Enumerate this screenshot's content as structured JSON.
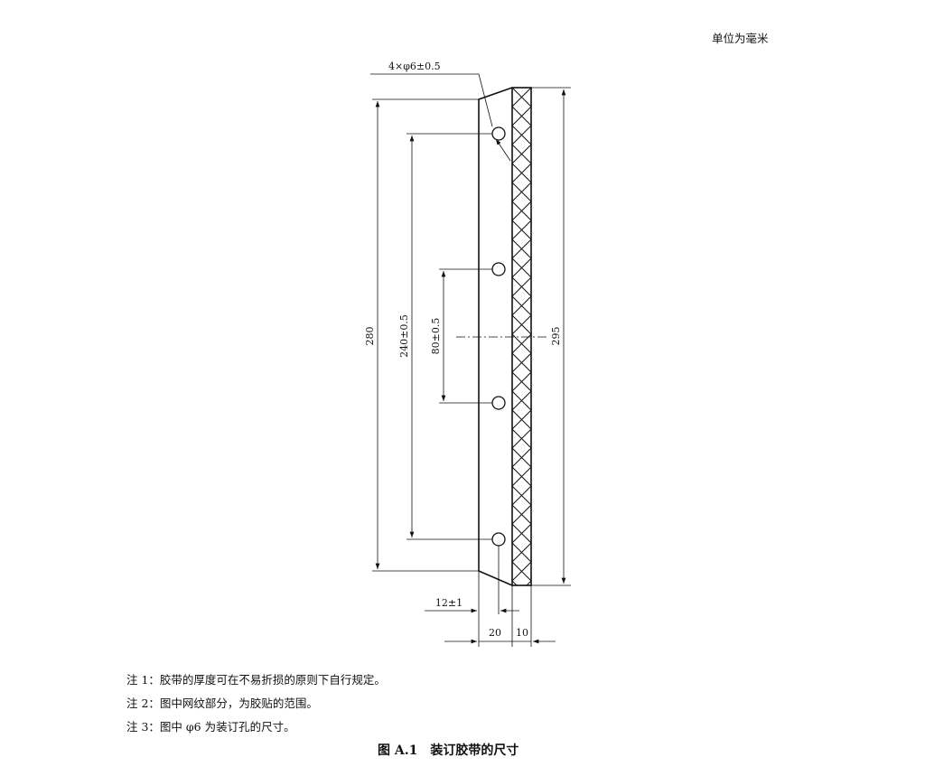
{
  "unit_note": "单位为毫米",
  "drawing": {
    "hole_callout": "4×φ6±0.5",
    "dim_280": "280",
    "dim_240": "240±0.5",
    "dim_80": "80±0.5",
    "dim_295": "295",
    "dim_12": "12±1",
    "dim_20": "20",
    "dim_10": "10"
  },
  "notes": [
    "注 1：胶带的厚度可在不易折损的原则下自行规定。",
    "注 2：图中网纹部分，为胶贴的范围。",
    "注 3：图中 φ6 为装订孔的尺寸。"
  ],
  "caption": "图 A.1　装订胶带的尺寸"
}
